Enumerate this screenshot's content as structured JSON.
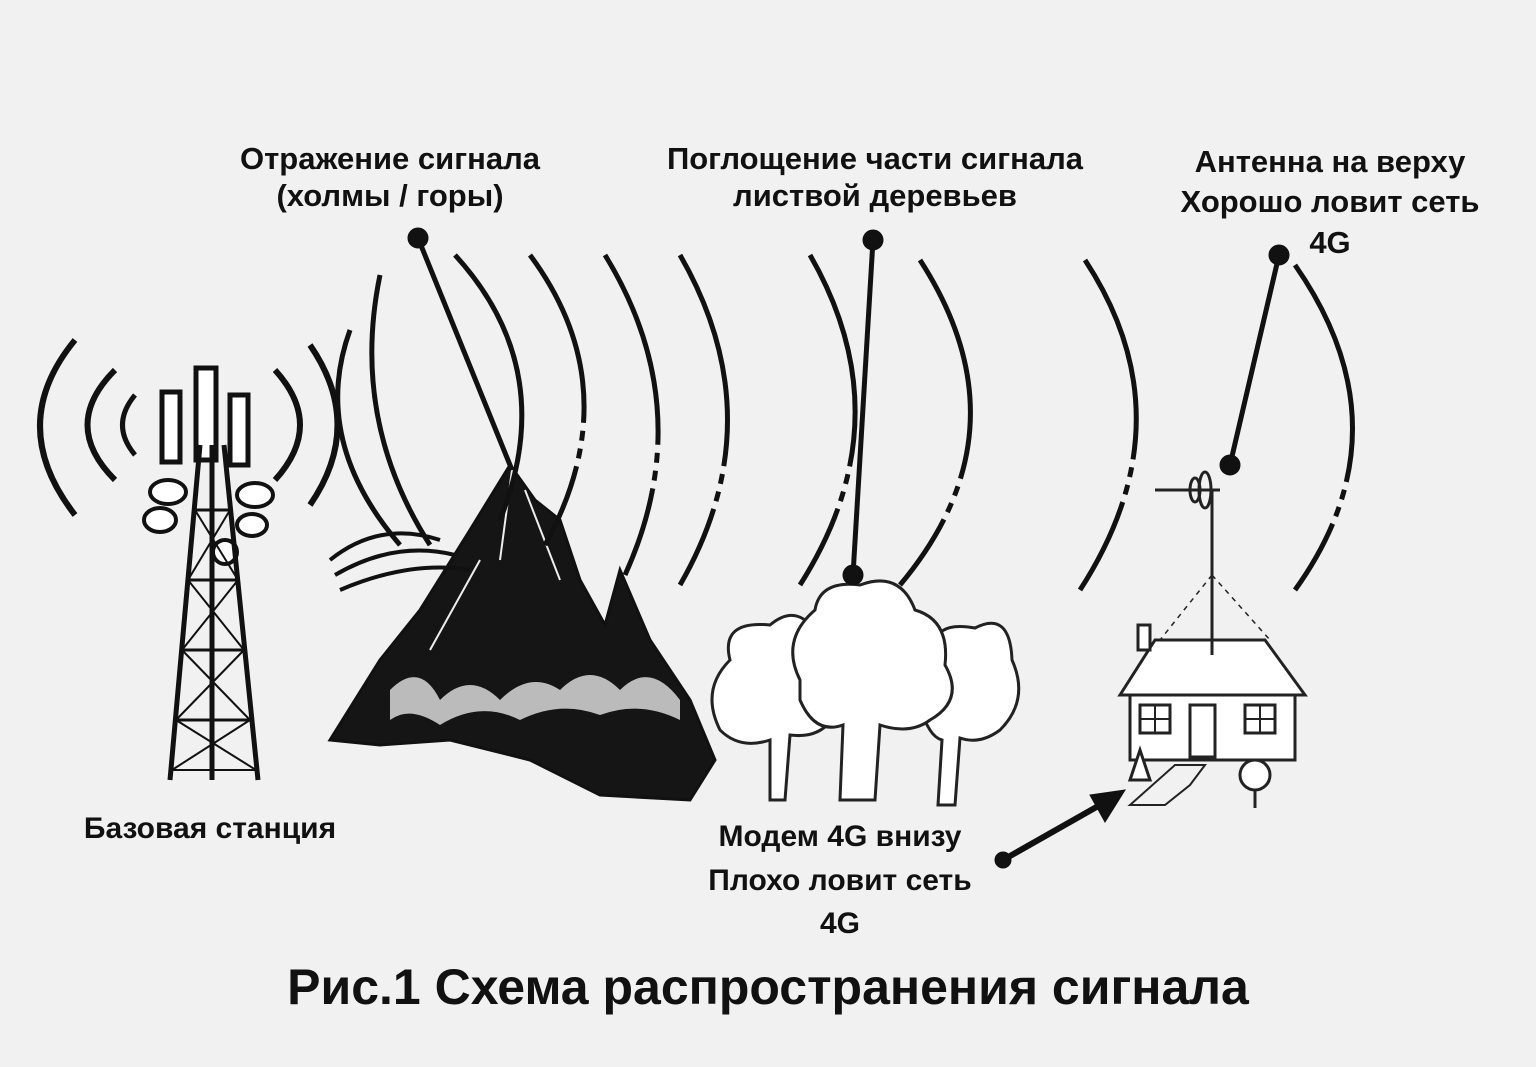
{
  "labels": {
    "reflection": [
      "Отражение сигнала",
      "(холмы / горы)"
    ],
    "absorption": [
      "Поглощение части сигнала",
      "листвой деревьев"
    ],
    "antenna": [
      "Антенна на верху",
      "Хорошо ловит сеть",
      "4G"
    ],
    "base_station": "Базовая станция",
    "modem": [
      "Модем 4G внизу",
      "Плохо ловит сеть",
      "4G"
    ]
  },
  "title": "Рис.1 Схема распространения сигнала",
  "colors": {
    "background": "#f1f1f1",
    "ink": "#111111"
  },
  "icons": [
    "cell-tower-icon",
    "mountain-icon",
    "trees-icon",
    "house-icon",
    "yagi-antenna-icon",
    "signal-wave-icon",
    "pointer-arrow-icon"
  ]
}
